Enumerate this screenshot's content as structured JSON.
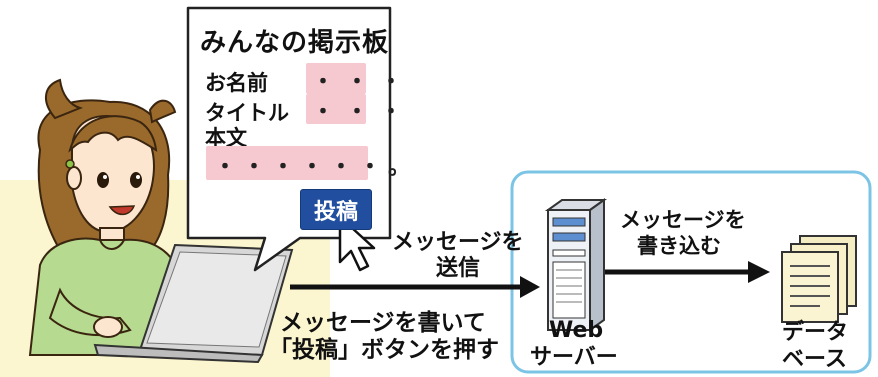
{
  "board": {
    "title": "みんなの掲示板",
    "name_label": "お名前",
    "title_label": "タイトル",
    "body_label": "本文",
    "name_value": "・・・",
    "title_value": "・・・",
    "body_value": "・・・・・・。",
    "post_button": "投稿"
  },
  "labels": {
    "send_line1": "メッセージを",
    "send_line2": "送信",
    "write_line1": "メッセージを書いて",
    "write_line2": "「投稿」ボタンを押す",
    "store_line1": "メッセージを",
    "store_line2": "書き込む",
    "server_line1": "Web",
    "server_line2": "サーバー",
    "db_line1": "データ",
    "db_line2": "ベース"
  },
  "colors": {
    "field_pink": "#f6c8cf",
    "button_blue": "#214e9e",
    "server_area_border": "#7cc4e6",
    "user_area_bg": "#fbf6cf",
    "shirt_green": "#b6da8f"
  }
}
